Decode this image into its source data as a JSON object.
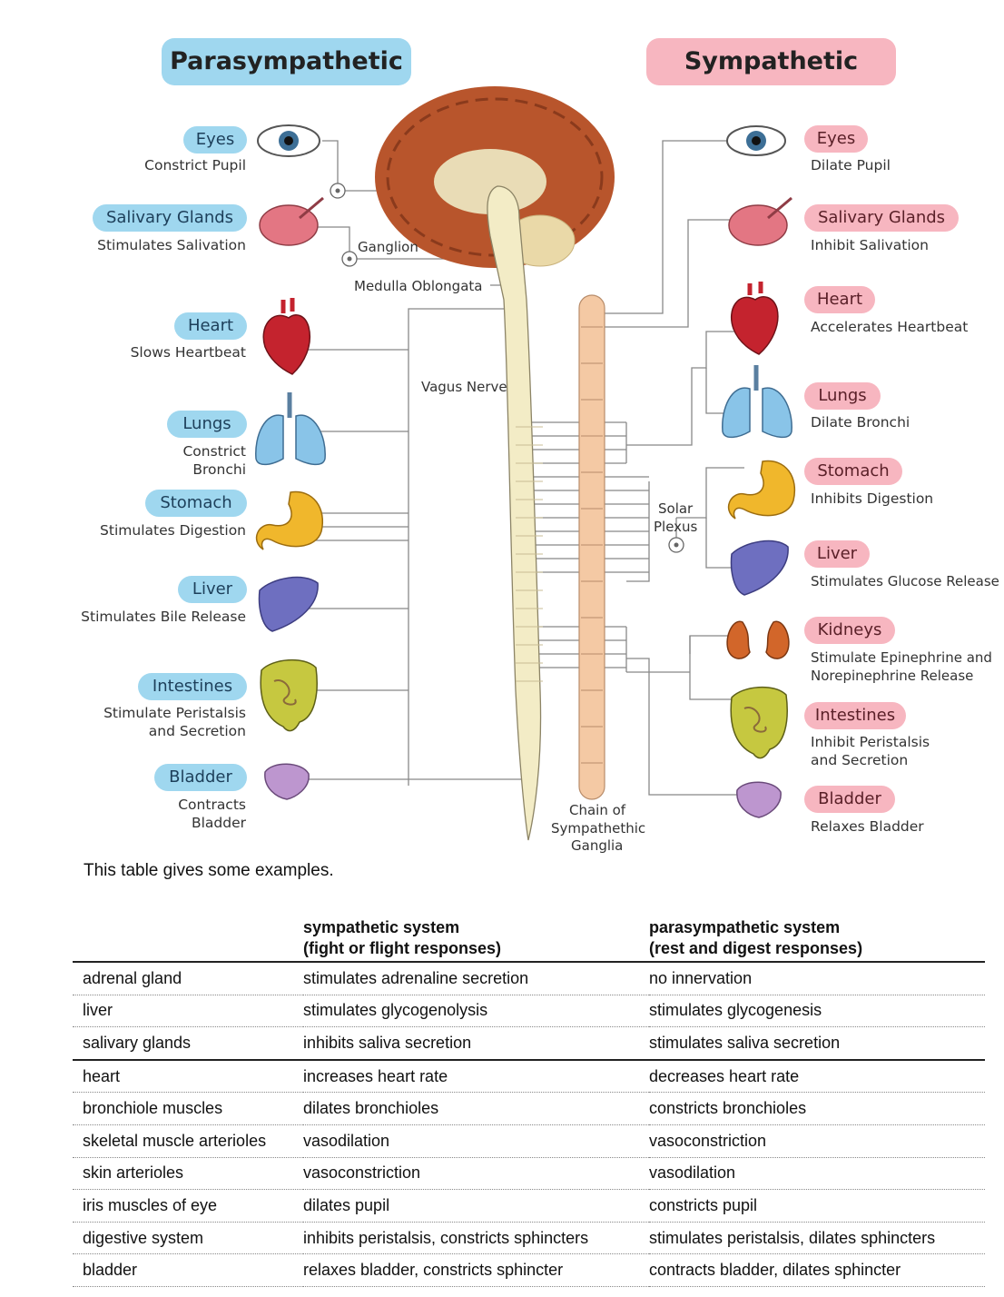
{
  "headers": {
    "parasympathetic": "Parasympathetic",
    "sympathetic": "Sympathetic"
  },
  "colors": {
    "para_pill": "#9fd7ef",
    "symp_pill": "#f7b6c0",
    "brain": "#b8552c",
    "spine": "#f3ecc6",
    "chain": "#f4c9a4"
  },
  "para": [
    {
      "organ": "Eyes",
      "effect": "Constrict Pupil",
      "icon": "eye-icon"
    },
    {
      "organ": "Salivary Glands",
      "effect": "Stimulates Salivation",
      "icon": "salivary-gland-icon"
    },
    {
      "organ": "Heart",
      "effect": "Slows Heartbeat",
      "icon": "heart-icon"
    },
    {
      "organ": "Lungs",
      "effect_l1": "Constrict",
      "effect_l2": "Bronchi",
      "icon": "lungs-icon"
    },
    {
      "organ": "Stomach",
      "effect": "Stimulates Digestion",
      "icon": "stomach-icon"
    },
    {
      "organ": "Liver",
      "effect": "Stimulates Bile Release",
      "icon": "liver-icon"
    },
    {
      "organ": "Intestines",
      "effect_l1": "Stimulate Peristalsis",
      "effect_l2": "and Secretion",
      "icon": "intestines-icon"
    },
    {
      "organ": "Bladder",
      "effect_l1": "Contracts",
      "effect_l2": "Bladder",
      "icon": "bladder-icon"
    }
  ],
  "symp": [
    {
      "organ": "Eyes",
      "effect": "Dilate Pupil"
    },
    {
      "organ": "Salivary Glands",
      "effect": "Inhibit Salivation"
    },
    {
      "organ": "Heart",
      "effect": "Accelerates Heartbeat"
    },
    {
      "organ": "Lungs",
      "effect": "Dilate Bronchi"
    },
    {
      "organ": "Stomach",
      "effect": "Inhibits Digestion"
    },
    {
      "organ": "Liver",
      "effect": "Stimulates Glucose Release"
    },
    {
      "organ": "Kidneys",
      "effect_l1": "Stimulate Epinephrine and",
      "effect_l2": "Norepinephrine Release"
    },
    {
      "organ": "Intestines",
      "effect_l1": "Inhibit Peristalsis",
      "effect_l2": "and Secretion"
    },
    {
      "organ": "Bladder",
      "effect": "Relaxes Bladder"
    }
  ],
  "labels": {
    "ganglion": "Ganglion",
    "medulla": "Medulla Oblongata",
    "vagus": "Vagus Nerve",
    "solar_l1": "Solar",
    "solar_l2": "Plexus",
    "chain_l1": "Chain of",
    "chain_l2": "Sympathethic",
    "chain_l3": "Ganglia"
  },
  "intro": "This table gives some examples.",
  "table": {
    "head": {
      "symp_l1": "sympathetic system",
      "symp_l2": "(fight or flight responses)",
      "para_l1": "parasympathetic system",
      "para_l2": "(rest and digest  responses)"
    },
    "rows": [
      [
        "adrenal gland",
        "stimulates adrenaline secretion",
        "no innervation"
      ],
      [
        "liver",
        "stimulates glycogenolysis",
        "stimulates glycogenesis"
      ],
      [
        "salivary glands",
        "inhibits saliva secretion",
        "stimulates saliva secretion"
      ],
      [
        "heart",
        "increases heart rate",
        "decreases heart rate"
      ],
      [
        "bronchiole muscles",
        "dilates bronchioles",
        "constricts bronchioles"
      ],
      [
        "skeletal muscle arterioles",
        "vasodilation",
        "vasoconstriction"
      ],
      [
        "skin arterioles",
        "vasoconstriction",
        "vasodilation"
      ],
      [
        "iris muscles of eye",
        "dilates pupil",
        "constricts pupil"
      ],
      [
        "digestive system",
        "inhibits peristalsis, constricts sphincters",
        "stimulates peristalsis, dilates sphincters"
      ],
      [
        "bladder",
        "relaxes bladder, constricts sphincter",
        "contracts bladder, dilates sphincter"
      ]
    ]
  }
}
